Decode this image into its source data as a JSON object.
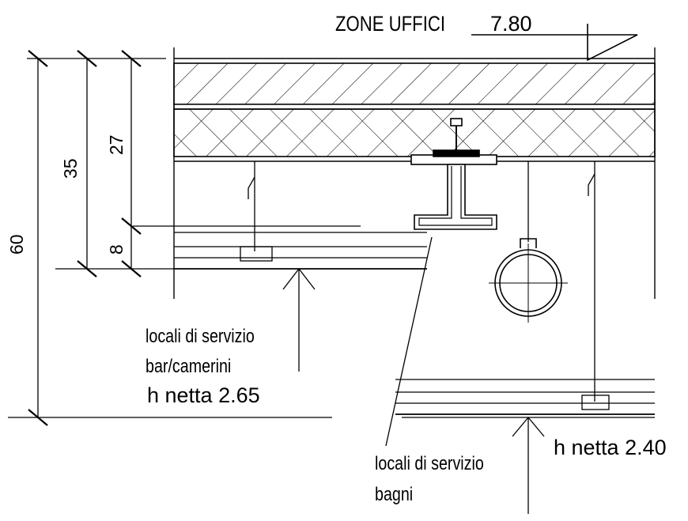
{
  "title": {
    "zone": "ZONE UFFICI",
    "level": "7.80"
  },
  "dimensions": {
    "total": "60",
    "structure": "35",
    "slab": "27",
    "plate": "8"
  },
  "labels": {
    "bar_line1": "locali di servizio",
    "bar_line2": "bar/camerini",
    "bar_height": "h netta 2.65",
    "bagni_line1": "locali di servizio",
    "bagni_line2": "bagni",
    "bagni_height": "h netta 2.40"
  }
}
